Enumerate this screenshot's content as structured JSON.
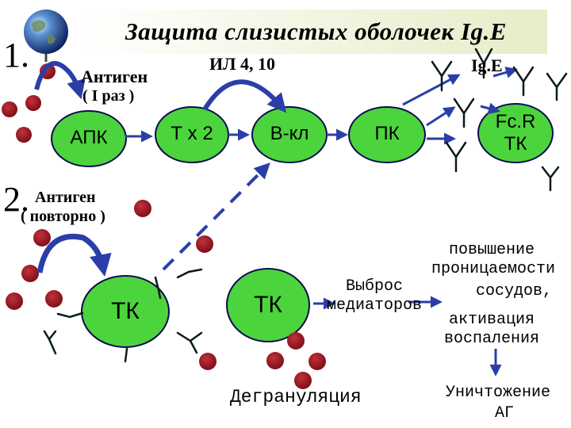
{
  "title": "Защита слизистых оболочек Ig.E",
  "stage_1": {
    "number": "1.",
    "antigen": "Антиген",
    "antigen_note": "( I раз )",
    "cytokines": "ИЛ 4, 10",
    "antibody": "Ig.E",
    "nodes": [
      "АПК",
      "Т х 2",
      "В-кл",
      "ПК"
    ],
    "receptor_cell_line1": "Fc.R",
    "receptor_cell_line2": "ТК"
  },
  "stage_2": {
    "number": "2.",
    "antigen": "Антиген",
    "antigen_note": "( повторно )",
    "cell_left": "ТК",
    "cell_right": "ТК",
    "degranulation": "Дегрануляция",
    "release_line1": "Выброс",
    "release_line2": "медиаторов",
    "effects": [
      "повышение",
      "проницаемости",
      "сосудов,",
      "активация",
      "воспаления"
    ],
    "outcome_line1": "Уничтожение",
    "outcome_line2": "АГ"
  },
  "colors": {
    "cell_fill": "#4cd43c",
    "cell_stroke": "#0c0c50",
    "arrow": "#2b3ea8",
    "antigen": "#a01822",
    "antibody": "#0a1a1a",
    "globe": "globe-icon"
  }
}
